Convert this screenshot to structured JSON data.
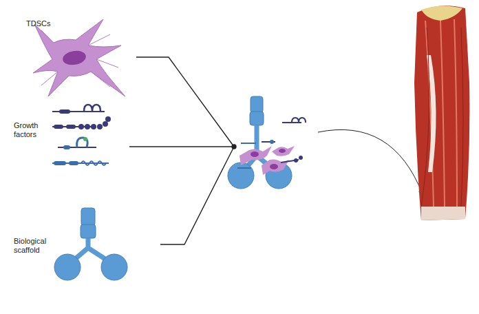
{
  "diagram": {
    "labels": [
      "TDSCs",
      "Growth factors",
      "Biological scaffold"
    ]
  }
}
